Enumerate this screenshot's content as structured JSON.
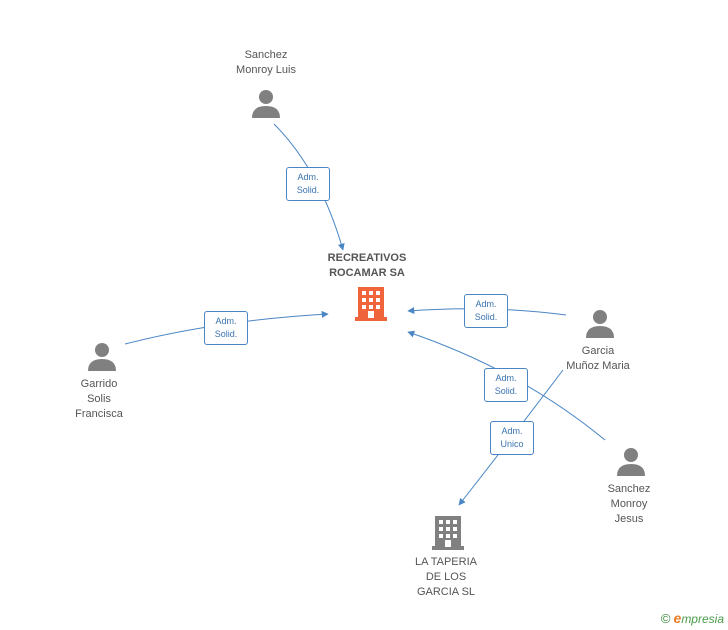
{
  "colors": {
    "edge": "#4a86c5",
    "person": "#808080",
    "company_main": "#f0643c",
    "company_other": "#808080",
    "text": "#555555",
    "role_text": "#3b73b0"
  },
  "nodes": {
    "main": {
      "name": [
        "RECREATIVOS",
        "ROCAMAR SA"
      ],
      "icon": "building-icon"
    },
    "sanchez_luis": {
      "name": [
        "Sanchez",
        "Monroy Luis"
      ],
      "icon": "person-icon"
    },
    "garrido": {
      "name": [
        "Garrido",
        "Solis",
        "Francisca"
      ],
      "icon": "person-icon"
    },
    "garcia": {
      "name": [
        "Garcia",
        "Muñoz Maria"
      ],
      "icon": "person-icon"
    },
    "sanchez_jesus": {
      "name": [
        "Sanchez",
        "Monroy",
        "Jesus"
      ],
      "icon": "person-icon"
    },
    "taperia": {
      "name": [
        "LA TAPERIA",
        "DE LOS",
        "GARCIA SL"
      ],
      "icon": "building-icon"
    }
  },
  "roles": {
    "r1": [
      "Adm.",
      "Solid."
    ],
    "r2": [
      "Adm.",
      "Solid."
    ],
    "r3": [
      "Adm.",
      "Solid."
    ],
    "r4": [
      "Adm.",
      "Solid."
    ],
    "r5": [
      "Adm.",
      "Unico"
    ]
  },
  "footer": {
    "copyright": "©",
    "brand_initial": "e",
    "brand_rest": "mpresia"
  }
}
